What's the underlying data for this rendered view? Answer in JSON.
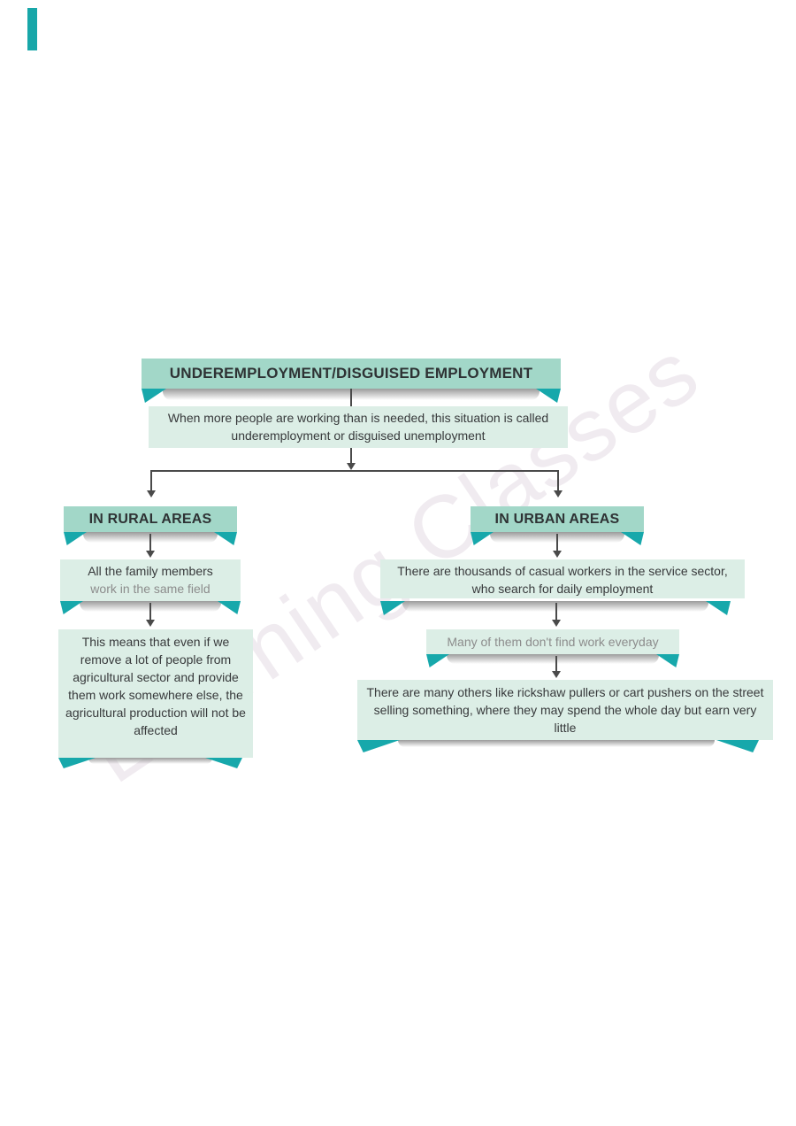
{
  "page": {
    "background_color": "#ffffff",
    "accent_teal": "#17a8ab",
    "box_teal_color": "#a2d7c8",
    "box_light_color": "#dceee6",
    "connector_color": "#4a4a4a",
    "text_dark_color": "#333639",
    "text_gray_color": "#8c8c8c",
    "watermark_color": "#f0ebf0"
  },
  "watermark": {
    "text": "Learning Classes"
  },
  "diagram": {
    "title": "UNDEREMPLOYMENT/DISGUISED EMPLOYMENT",
    "subtitle": "When more people are working than is needed, this situation is called underemployment or disguised unemployment",
    "rural": {
      "header": "IN RURAL AREAS",
      "box1_line1": "All the family members",
      "box1_line2": "work in the same field",
      "box2": "This means that even if we remove a lot of people from agricultural sector and provide them work somewhere else, the agricultural production will not be affected"
    },
    "urban": {
      "header": "IN URBAN AREAS",
      "box1": "There are thousands of casual workers in the service sector, who search for daily employment",
      "box2": "Many of them don't find work everyday",
      "box3": "There are many others like rickshaw pullers or cart pushers on the street selling something, where they may spend the whole day but earn very little"
    }
  }
}
